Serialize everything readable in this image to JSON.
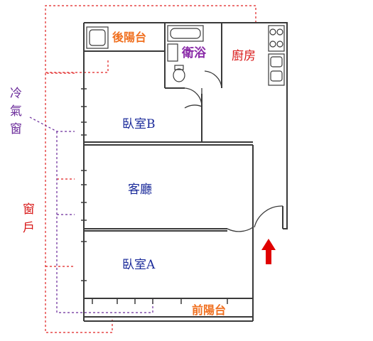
{
  "colors": {
    "wall": "#3a3a3a",
    "room_label": "#1a2a9a",
    "balcony_label": "#f07020",
    "bathroom_label": "#8a2ba8",
    "kitchen_label": "#d81818",
    "window_label": "#d81818",
    "ac_window_label": "#6a2a9a",
    "window_guide": "#e02020",
    "ac_guide": "#6a2a9a",
    "entrance_arrow": "#e00000"
  },
  "rooms": {
    "back_balcony": "後陽台",
    "bathroom": "衛浴",
    "kitchen": "廚房",
    "bedroom_b": "臥室B",
    "living_room": "客廳",
    "bedroom_a": "臥室A",
    "front_balcony": "前陽台"
  },
  "side_labels": {
    "ac_window": [
      "冷",
      "氣",
      "窗"
    ],
    "window": [
      "窗",
      "戶"
    ]
  },
  "icons": [
    "washing-machine-icon",
    "bathtub-icon",
    "toilet-icon",
    "sink-icon",
    "stove-icon",
    "entrance-arrow-icon"
  ]
}
